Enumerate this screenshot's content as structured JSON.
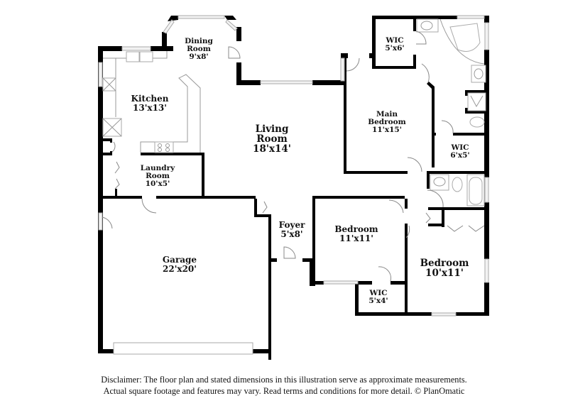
{
  "floorplan": {
    "rooms": [
      {
        "id": "dining",
        "name": "Dining Room",
        "name_lines": [
          "Dining",
          "Room"
        ],
        "dimensions": "9'x8'"
      },
      {
        "id": "kitchen",
        "name": "Kitchen",
        "name_lines": [
          "Kitchen"
        ],
        "dimensions": "13'x13'"
      },
      {
        "id": "living",
        "name": "Living Room",
        "name_lines": [
          "Living",
          "Room"
        ],
        "dimensions": "18'x14'"
      },
      {
        "id": "laundry",
        "name": "Laundry Room",
        "name_lines": [
          "Laundry",
          "Room"
        ],
        "dimensions": "10'x5'"
      },
      {
        "id": "wic_main_top",
        "name": "WIC",
        "name_lines": [
          "WIC"
        ],
        "dimensions": "5'x6'"
      },
      {
        "id": "main_bedroom",
        "name": "Main Bedroom",
        "name_lines": [
          "Main",
          "Bedroom"
        ],
        "dimensions": "11'x15'"
      },
      {
        "id": "wic_main_side",
        "name": "WIC",
        "name_lines": [
          "WIC"
        ],
        "dimensions": "6'x5'"
      },
      {
        "id": "garage",
        "name": "Garage",
        "name_lines": [
          "Garage"
        ],
        "dimensions": "22'x20'"
      },
      {
        "id": "foyer",
        "name": "Foyer",
        "name_lines": [
          "Foyer"
        ],
        "dimensions": "5'x8'"
      },
      {
        "id": "bedroom_2",
        "name": "Bedroom",
        "name_lines": [
          "Bedroom"
        ],
        "dimensions": "11'x11'"
      },
      {
        "id": "wic_bed2",
        "name": "WIC",
        "name_lines": [
          "WIC"
        ],
        "dimensions": "5'x4'"
      },
      {
        "id": "bedroom_3",
        "name": "Bedroom",
        "name_lines": [
          "Bedroom"
        ],
        "dimensions": "10'x11'"
      }
    ]
  },
  "disclaimer": {
    "line1": "Disclaimer: The floor plan and stated dimensions in this illustration serve as approximate measurements.",
    "line2": "Actual square footage and features may vary. Read terms and conditions for more detail. © PlanOmatic"
  },
  "colors": {
    "wall": "#000000",
    "fixture_line": "#aaaaaa",
    "background": "#ffffff"
  }
}
